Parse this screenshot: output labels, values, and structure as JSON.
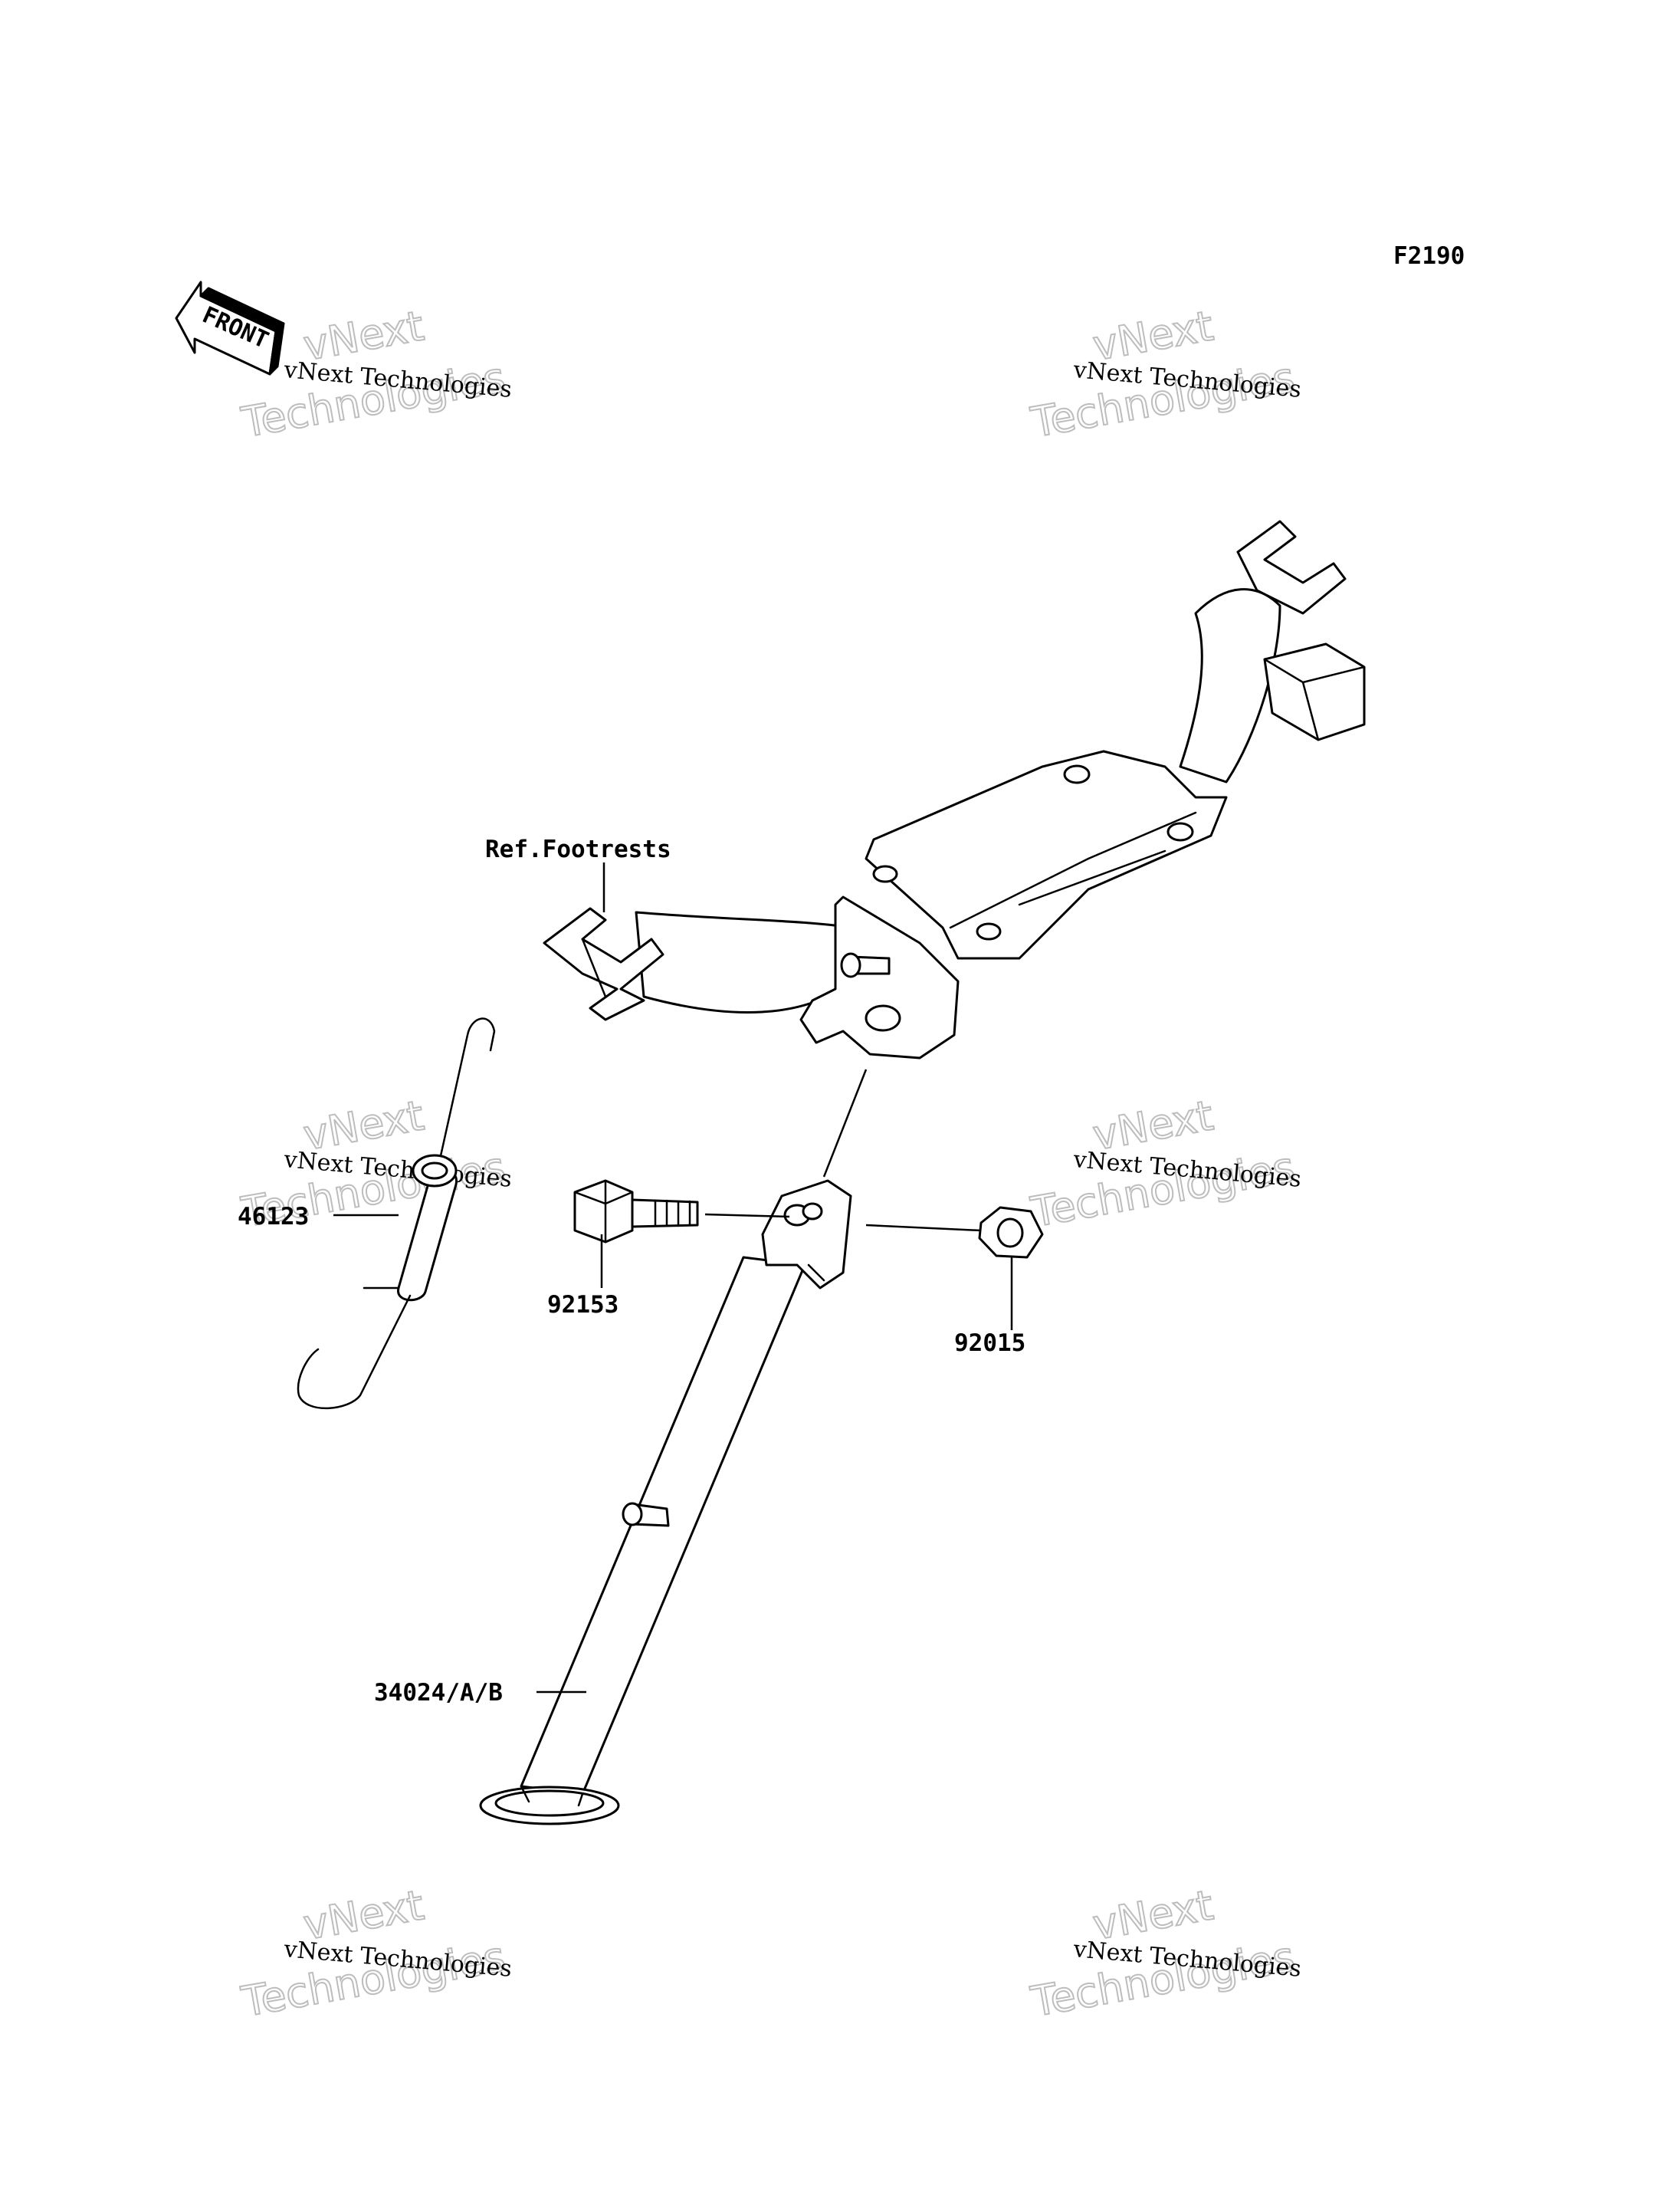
{
  "figure_code": "F2190",
  "front_label": "FRONT",
  "watermark": {
    "line_small": "vNext Technologies",
    "line_big_1": "vNext",
    "line_big_2": "Technologies"
  },
  "callouts": {
    "ref_footrests": "Ref.Footrests",
    "spring": "46123",
    "bolt": "92153",
    "nut": "92015",
    "stand": "34024/A/B"
  }
}
